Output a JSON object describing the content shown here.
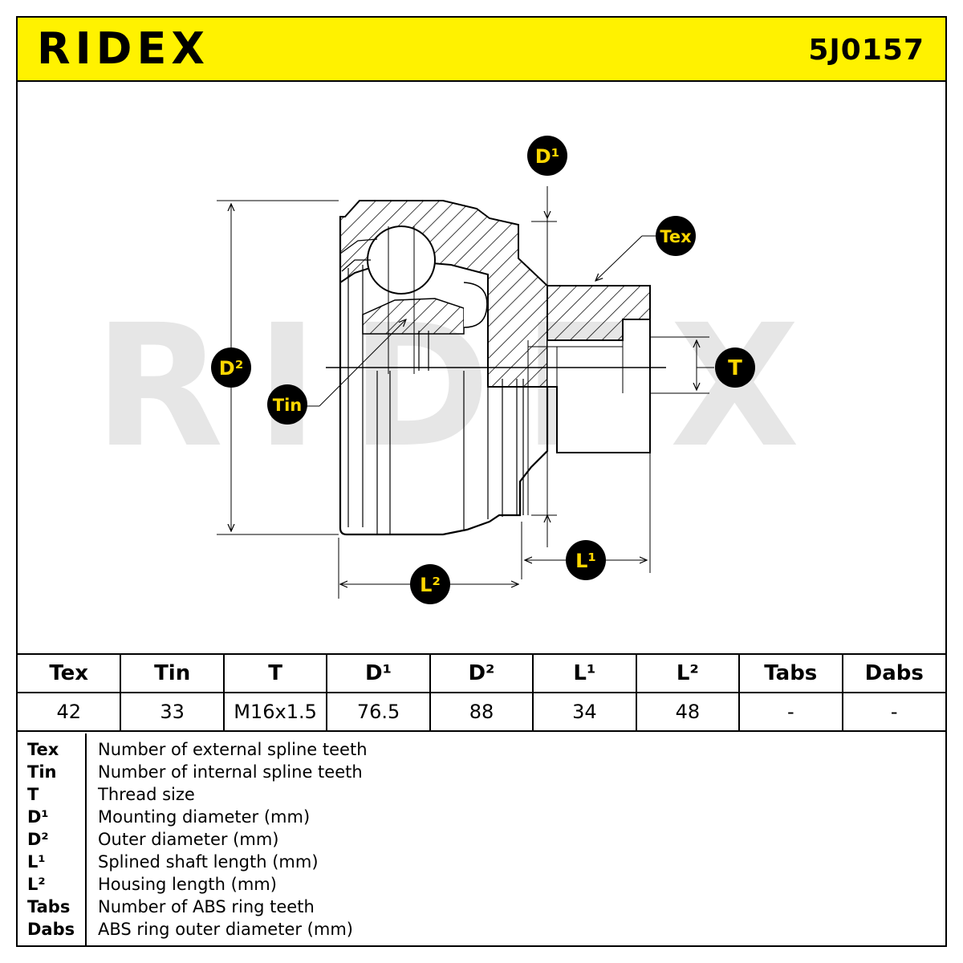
{
  "brand": "RIDEX",
  "part_number": "5J0157",
  "watermark": "RIDEX",
  "colors": {
    "accent_yellow": "#fff200",
    "badge_black": "#000000",
    "badge_text": "#ffd700"
  },
  "drawing_labels": {
    "d1": "D¹",
    "tex": "Tex",
    "d2": "D²",
    "t": "T",
    "tin": "Tin",
    "l1": "L¹",
    "l2": "L²"
  },
  "table": {
    "headers": [
      "Tex",
      "Tin",
      "T",
      "D¹",
      "D²",
      "L¹",
      "L²",
      "Tabs",
      "Dabs"
    ],
    "values": [
      "42",
      "33",
      "M16x1.5",
      "76.5",
      "88",
      "34",
      "48",
      "-",
      "-"
    ]
  },
  "legend": [
    {
      "key": "Tex",
      "desc": "Number of external spline teeth"
    },
    {
      "key": "Tin",
      "desc": "Number of internal spline teeth"
    },
    {
      "key": "T",
      "desc": "Thread size"
    },
    {
      "key": "D¹",
      "desc": "Mounting diameter (mm)"
    },
    {
      "key": "D²",
      "desc": "Outer diameter (mm)"
    },
    {
      "key": "L¹",
      "desc": "Splined shaft length (mm)"
    },
    {
      "key": "L²",
      "desc": "Housing length (mm)"
    },
    {
      "key": "Tabs",
      "desc": "Number of ABS ring teeth"
    },
    {
      "key": "Dabs",
      "desc": "ABS ring outer diameter (mm)"
    }
  ]
}
